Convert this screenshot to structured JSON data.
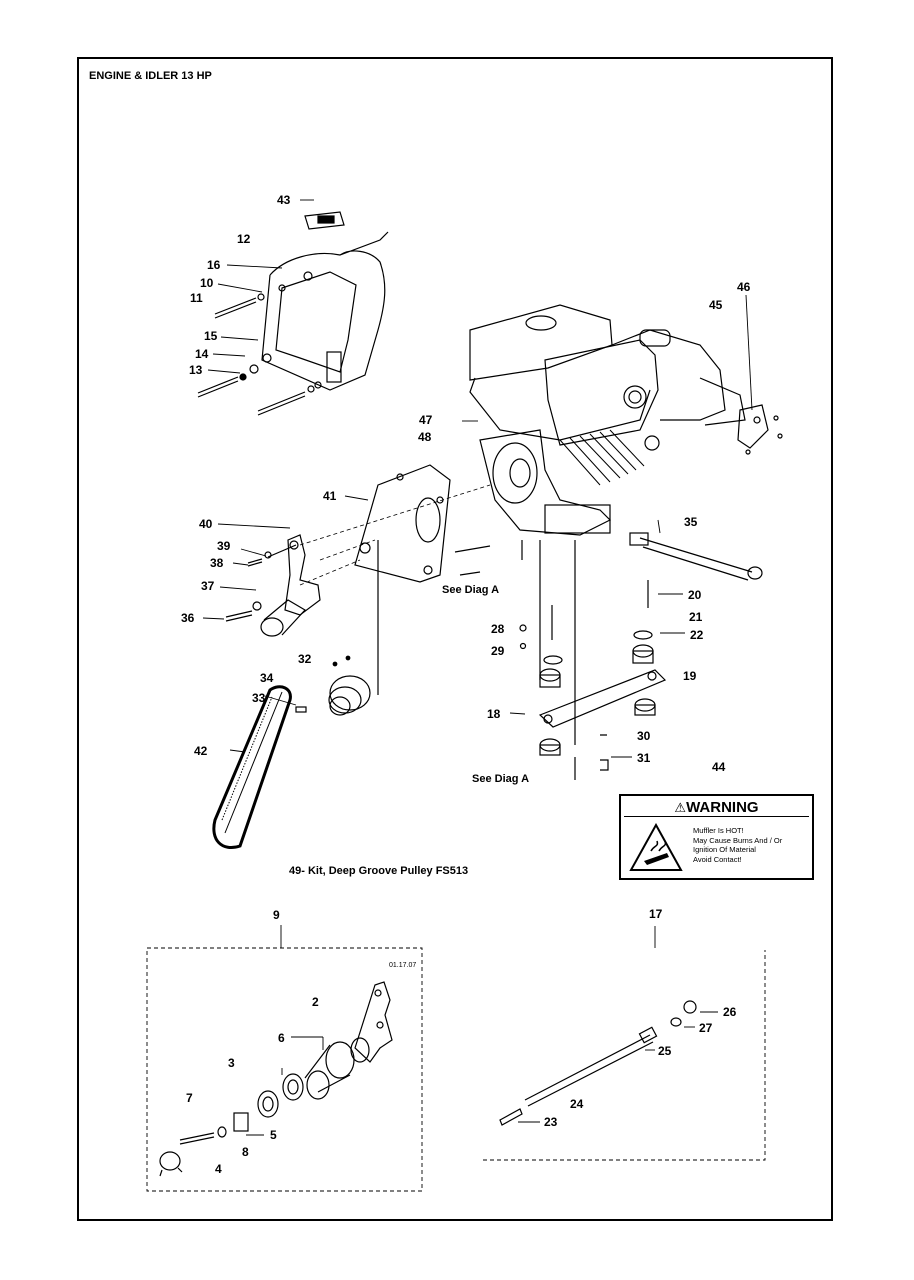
{
  "title": "ENGINE & IDLER 13 HP",
  "parts": {
    "p2": "2",
    "p3": "3",
    "p4": "4",
    "p5": "5",
    "p6": "6",
    "p7": "7",
    "p8": "8",
    "p9": "9",
    "p10": "10",
    "p11": "11",
    "p12": "12",
    "p13": "13",
    "p14": "14",
    "p15": "15",
    "p16": "16",
    "p17": "17",
    "p18": "18",
    "p19": "19",
    "p20": "20",
    "p21": "21",
    "p22": "22",
    "p23": "23",
    "p24": "24",
    "p25": "25",
    "p26": "26",
    "p27": "27",
    "p28": "28",
    "p29": "29",
    "p30": "30",
    "p31": "31",
    "p32": "32",
    "p33": "33",
    "p34": "34",
    "p35": "35",
    "p36": "36",
    "p37": "37",
    "p38": "38",
    "p39": "39",
    "p40": "40",
    "p41": "41",
    "p42": "42",
    "p43": "43",
    "p44": "44",
    "p45": "45",
    "p46": "46",
    "p47": "47",
    "p48": "48"
  },
  "notes": {
    "see_diag_a_1": "See Diag A",
    "see_diag_a_2": "See Diag A",
    "kit": "49- Kit, Deep Groove Pulley FS513",
    "date_code": "01.17.07"
  },
  "warning": {
    "heading": "WARNING",
    "lines": [
      "Muffler Is HOT!",
      "May Cause Burns And / Or",
      "Ignition Of Material",
      "Avoid Contact!"
    ]
  }
}
